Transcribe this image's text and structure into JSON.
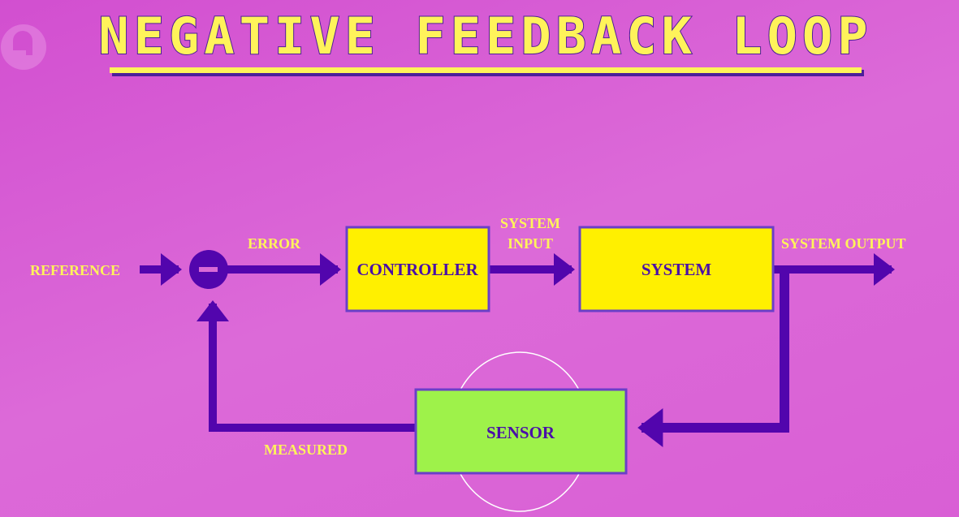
{
  "title": "NEGATIVE FEEDBACK LOOP",
  "logo": "PBS",
  "labels": {
    "reference": "REFERENCE",
    "error": "ERROR",
    "system_input_1": "SYSTEM",
    "system_input_2": "INPUT",
    "system_output": "SYSTEM OUTPUT",
    "measured": "MEASURED"
  },
  "blocks": {
    "controller": "CONTROLLER",
    "system": "SYSTEM",
    "sensor": "SENSOR"
  },
  "colors": {
    "block_yellow": "#fff000",
    "sensor_green": "#9ef24a",
    "arrow_purple": "#5205ad",
    "label_yellow": "#fff35a"
  }
}
